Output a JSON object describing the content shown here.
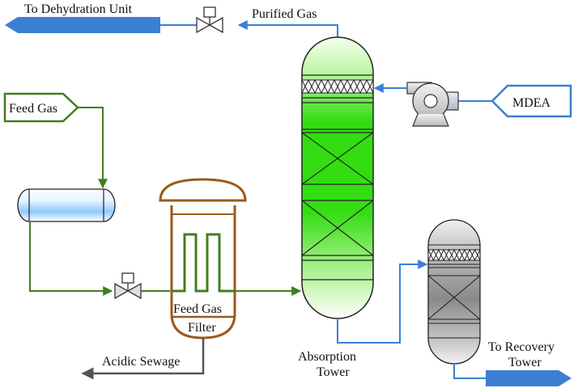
{
  "labels": {
    "to_dehydration": "To Dehydration Unit",
    "purified_gas": "Purified Gas",
    "feed_gas": "Feed Gas",
    "mdea": "MDEA",
    "filter_line1": "Feed Gas",
    "filter_line2": "Filter",
    "acidic_sewage": "Acidic Sewage",
    "absorption_line1": "Absorption",
    "absorption_line2": "Tower",
    "recovery_line1": "To Recovery",
    "recovery_line2": "Tower"
  },
  "colors": {
    "blue_line": "#3b7fd4",
    "green_line": "#3f7f1e",
    "brown": "#9a5a1c",
    "gray_line": "#555555",
    "tower_green": "#33dd11",
    "outline": "#222222"
  }
}
